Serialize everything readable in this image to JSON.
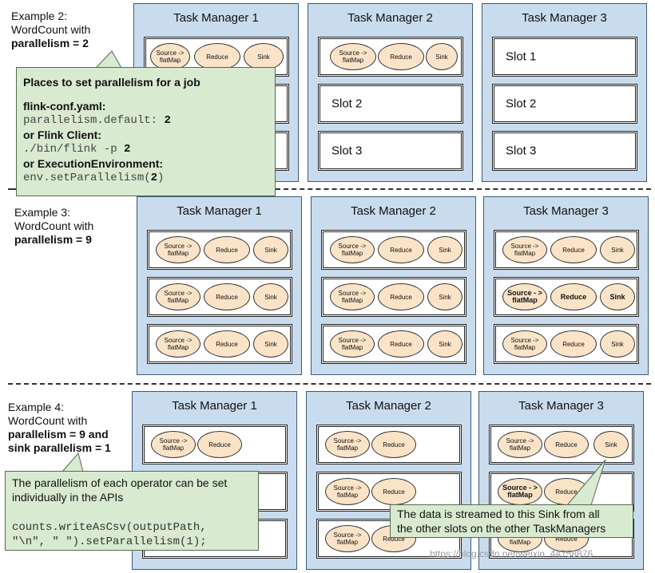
{
  "examples": {
    "ex2": {
      "line1": "Example 2:",
      "line2": "WordCount with",
      "line3": "parallelism = 2"
    },
    "ex3": {
      "line1": "Example 3:",
      "line2": "WordCount with",
      "line3": "parallelism = 9"
    },
    "ex4": {
      "line1": "Example 4:",
      "line2": "WordCount with",
      "line3": "parallelism = 9 and",
      "line4": "sink parallelism = 1"
    }
  },
  "task_managers": [
    "Task Manager 1",
    "Task Manager 2",
    "Task Manager 3"
  ],
  "slots": {
    "slot1": "Slot 1",
    "slot2": "Slot 2",
    "slot3": "Slot 3"
  },
  "operators": {
    "source": "Source -> flatMap",
    "source_bold": "Source - > flatMap",
    "reduce": "Reduce",
    "sink": "Sink"
  },
  "callout_parallelism": {
    "title": "Places to set parallelism for a job",
    "conf_label": "flink-conf.yaml:",
    "conf_key": "parallelism.default:",
    "conf_value": "2",
    "client_label": "or Flink Client:",
    "client_cmd": "./bin/flink -p",
    "client_value": "2",
    "env_label": "or ExecutionEnvironment:",
    "env_prefix": "env.setParallelism(",
    "env_value": "2",
    "env_suffix": ")"
  },
  "callout_operator": {
    "line1": "The parallelism of each operator can be set",
    "line2": "individually in the APIs",
    "code1": "counts.writeAsCsv(outputPath,",
    "code2": "\"\\n\", \" \").setParallelism(1);"
  },
  "callout_sink": {
    "line1": "The data is streamed to this Sink from all",
    "line2": "the other slots on the other TaskManagers"
  },
  "watermark": "https://blog.csdn.net/weixin_44758876"
}
